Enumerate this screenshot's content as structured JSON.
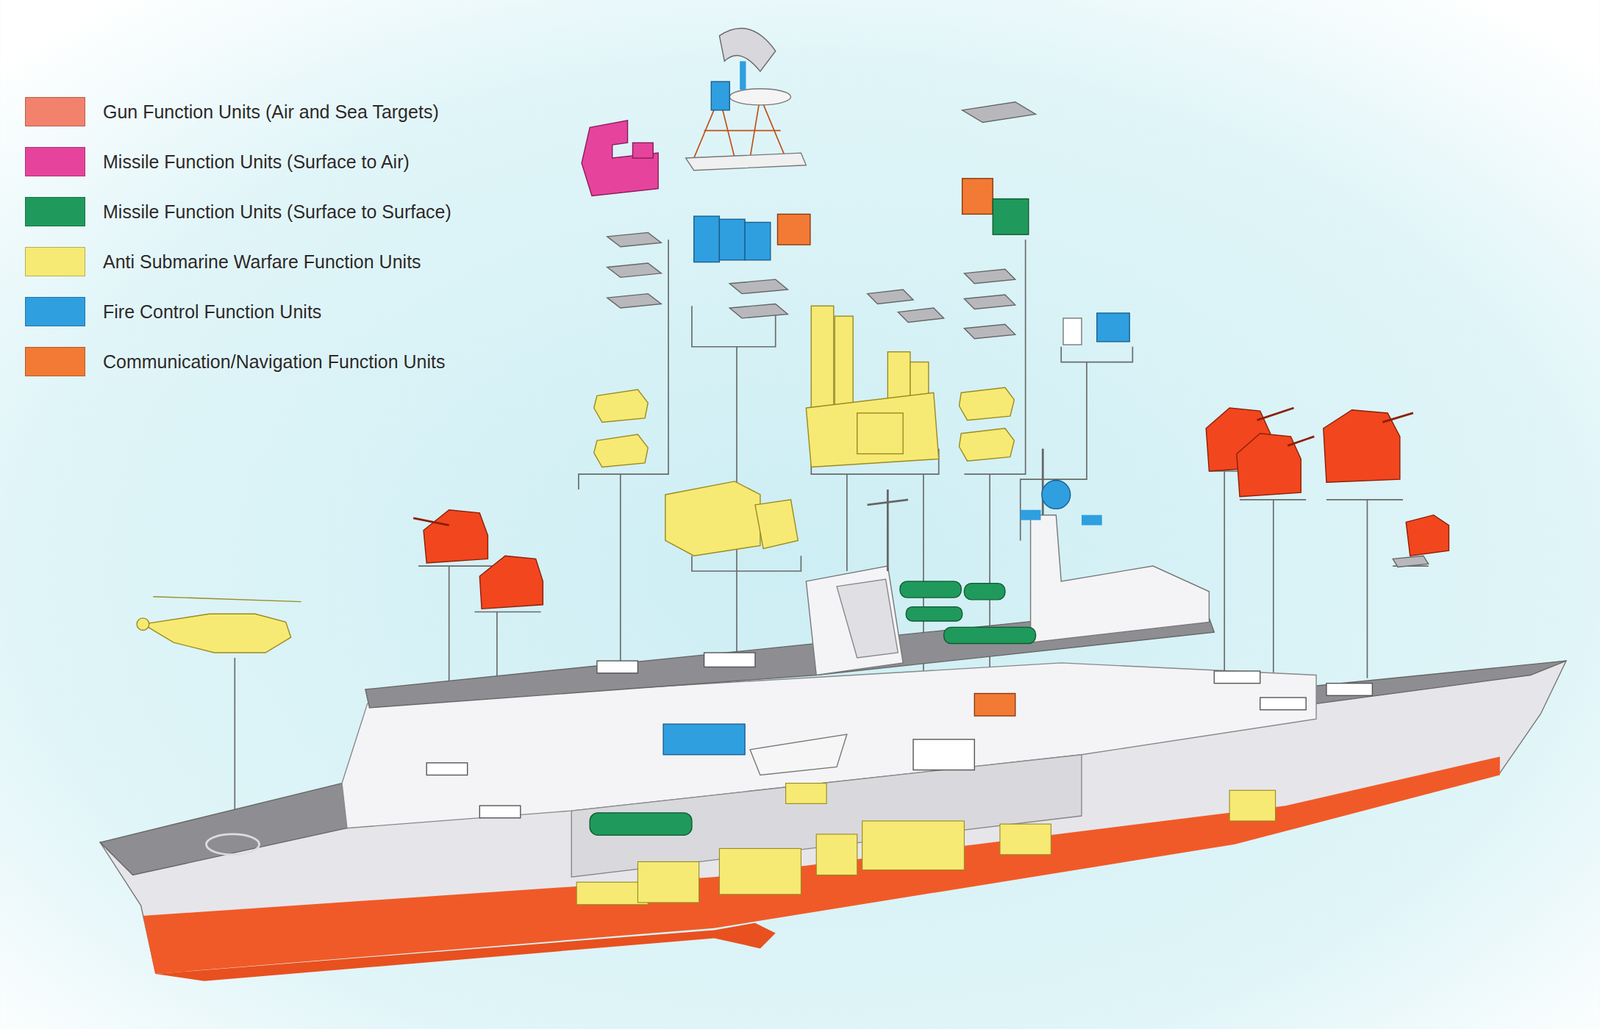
{
  "diagram": {
    "legend": [
      {
        "text": "Gun Function Units (Air and Sea Targets)",
        "color": "#f2826c"
      },
      {
        "text": "Missile Function Units (Surface to Air)",
        "color": "#e6449c"
      },
      {
        "text": "Missile Function Units (Surface to Surface)",
        "color": "#1f9a5c"
      },
      {
        "text": "Anti Submarine Warfare Function Units",
        "color": "#f6ea74"
      },
      {
        "text": "Fire Control Function Units",
        "color": "#2f9fe0"
      },
      {
        "text": "Communication/Navigation Function Units",
        "color": "#f27a34"
      }
    ]
  }
}
